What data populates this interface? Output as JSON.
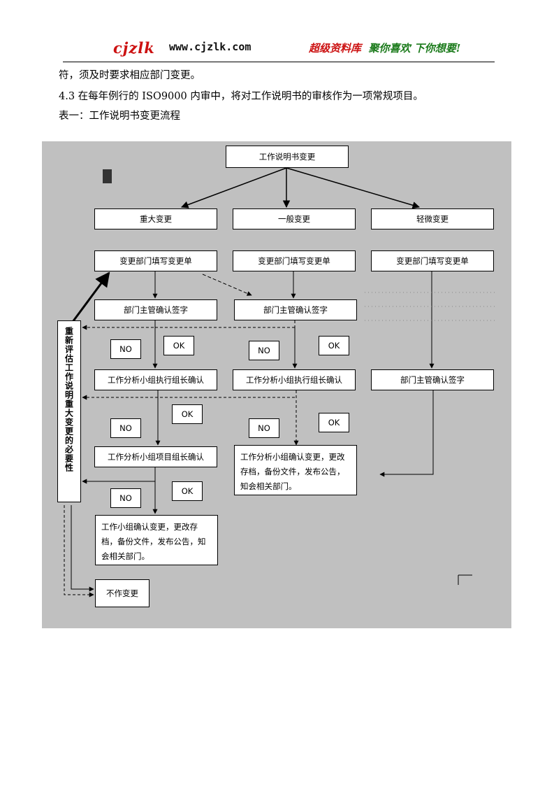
{
  "header": {
    "logo": "cjzlk",
    "site": "www.cjzlk.com",
    "slogan_part1": "超级资料库",
    "slogan_part2": "聚你喜欢 下你想要!"
  },
  "body": {
    "line1": "符，须及时要求相应部门变更。",
    "line2": "4.3 在每年例行的 ISO9000 内审中，将对工作说明书的审核作为一项常规项目。",
    "line3": "表一：工作说明书变更流程"
  },
  "flow": {
    "top": "工作说明书变更",
    "major": "重大变更",
    "general": "一般变更",
    "minor": "轻微变更",
    "fill1": "变更部门填写变更单",
    "fill2": "变更部门填写变更单",
    "fill3": "变更部门填写变更单",
    "sign1": "部门主管确认签字",
    "sign2": "部门主管确认签字",
    "sign3": "部门主管确认签字",
    "exec1": "工作分析小组执行组长确认",
    "exec2": "工作分析小组执行组长确认",
    "proj": "工作分析小组项目组长确认",
    "confirm_mid": "工作分析小组确认变更，更改存档，备份文件，发布公告，知会相关部门。",
    "confirm_left": "工作小组确认变更，更改存档，备份文件，发布公告，知会相关部门。",
    "nochange": "不作变更",
    "reassess": "重新评估工作说明重大变更的必要性",
    "no": "NO",
    "ok": "OK"
  }
}
